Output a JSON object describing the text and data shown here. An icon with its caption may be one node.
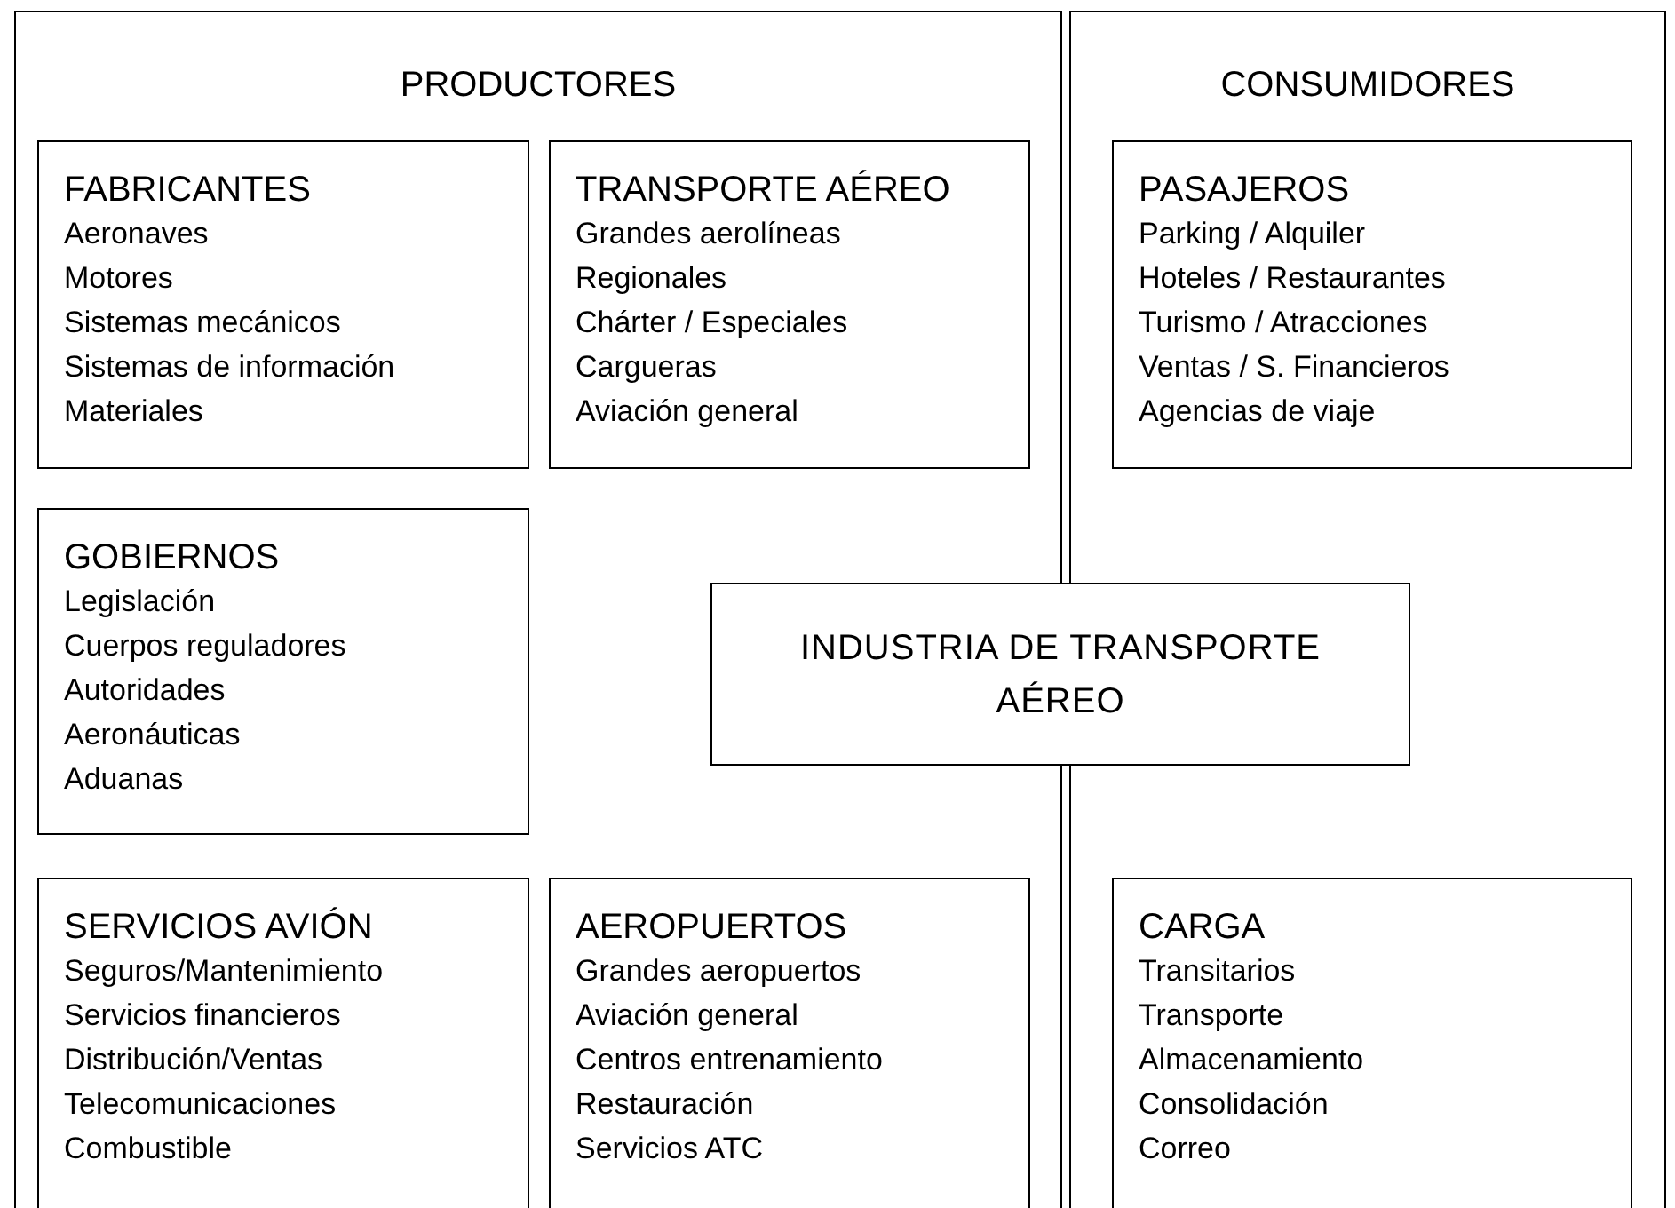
{
  "diagram": {
    "nodes": [
      {
        "text": [
          "PRODUCTORES"
        ]
      },
      {
        "text": [
          "FABRICANTES",
          "Aeronaves",
          "Motores",
          "Sistemas mecánicos",
          "Sistemas de información",
          "Materiales"
        ],
        "in": 0
      },
      {
        "text": [
          "TRANSPORTE AÉREO",
          "Grandes aerolíneas",
          "Regionales",
          "Chárter / Especiales",
          "Cargueras",
          "Aviación general"
        ],
        "in": 0
      },
      {
        "text": [
          "CONSUMIDORES"
        ]
      },
      {
        "text": [
          "PASAJEROS",
          "Parking / Alquiler",
          "Hoteles / Restaurantes",
          "Turismo / Atracciones",
          "Ventas / S. Financieros",
          "Agencias de viaje"
        ],
        "in": 3
      },
      {
        "text": [
          "GOBIERNOS",
          "Legislación",
          "Cuerpos reguladores",
          "Autoridades",
          "Aeronáuticas",
          "Aduanas"
        ],
        "in": 0
      },
      {
        "text": [
          "INDUSTRIA DE TRANSPORTE AÉREO"
        ]
      },
      {
        "text": [
          "SERVICIOS AVIÓN",
          "Seguros/Mantenimiento",
          "Servicios financieros",
          "Distribución/Ventas",
          "Telecomunicaciones",
          "Combustible"
        ],
        "in": 0
      },
      {
        "text": [
          "AEROPUERTOS",
          "Grandes aeropuertos",
          "Aviación general",
          "Centros entrenamiento",
          "Restauración",
          "Servicios ATC"
        ],
        "in": 0
      },
      {
        "text": [
          "CARGA",
          "Transitarios",
          "Transporte",
          "Almacenamiento",
          "Consolidación",
          "Correo"
        ],
        "in": 3
      }
    ]
  }
}
